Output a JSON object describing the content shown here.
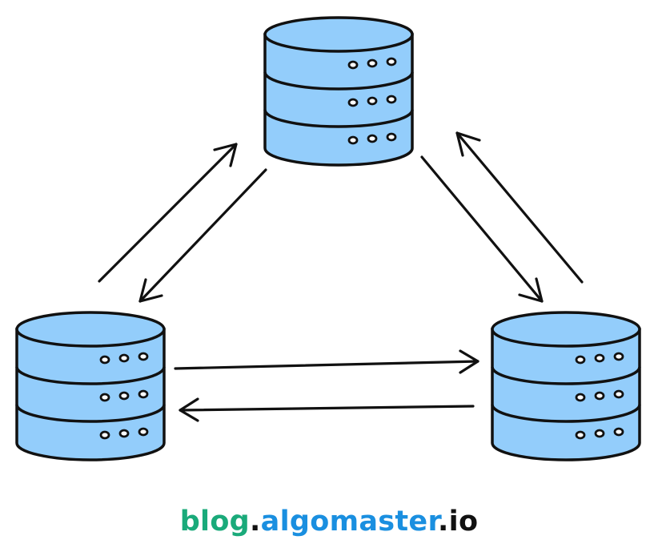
{
  "colors": {
    "database_fill": "#93cdfb",
    "stroke": "#111111",
    "brand_green": "#1aaa7a",
    "brand_blue": "#1a8fe0",
    "brand_dark": "#111111"
  },
  "diagram": {
    "nodes": [
      {
        "id": "top",
        "icon": "database-icon"
      },
      {
        "id": "left",
        "icon": "database-icon"
      },
      {
        "id": "right",
        "icon": "database-icon"
      }
    ],
    "edges": [
      {
        "from": "left",
        "to": "top"
      },
      {
        "from": "top",
        "to": "left"
      },
      {
        "from": "top",
        "to": "right"
      },
      {
        "from": "right",
        "to": "top"
      },
      {
        "from": "left",
        "to": "right"
      },
      {
        "from": "right",
        "to": "left"
      }
    ]
  },
  "watermark": {
    "part1": "blog",
    "dot1": ".",
    "part2": "algomaster",
    "dot2": ".",
    "part3": "io"
  }
}
